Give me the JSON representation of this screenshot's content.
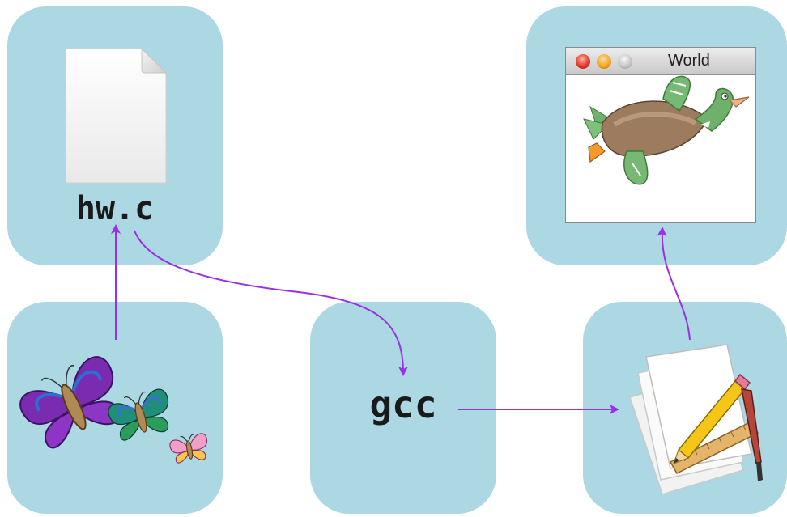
{
  "source_file": {
    "label": "hw.c",
    "icon": "document-icon"
  },
  "compiler": {
    "label": "gcc"
  },
  "window": {
    "title": "World",
    "icon": "duck-icon",
    "controls": [
      "close",
      "minimize",
      "zoom"
    ]
  },
  "editor": {
    "icon": "butterflies-icon"
  },
  "app": {
    "icon": "application-icon"
  },
  "colors": {
    "box": "#acd8e4",
    "arrow": "#9a2fe8"
  }
}
